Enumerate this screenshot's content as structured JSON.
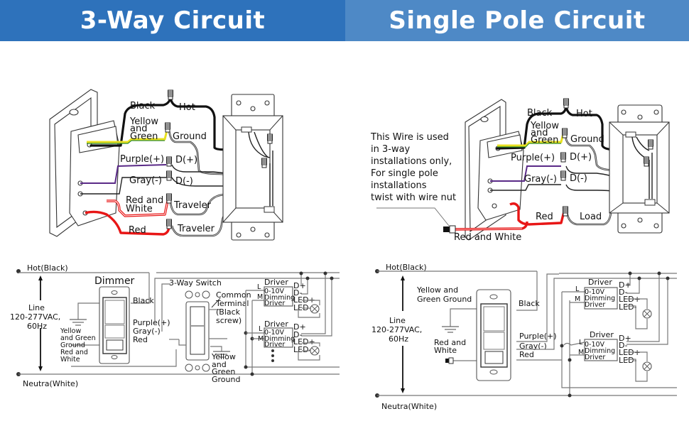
{
  "headers": {
    "left": "3-Way Circuit",
    "right": "Single Pole Circuit"
  },
  "colors": {
    "header_left": "#2e72bb",
    "header_right": "#4e89c6",
    "wire_black": "#111111",
    "wire_red": "#e81616",
    "wire_purple": "#5a2a87",
    "wire_yellow": "#e8e020",
    "wire_green": "#2e8b2e"
  },
  "three_way_wiring": {
    "black": "Black",
    "hot": "Hot",
    "yellow_green": [
      "Yellow",
      "and",
      "Green"
    ],
    "ground": "Ground",
    "purple": "Purple(+)",
    "d_plus": "D(+)",
    "gray": "Gray(-)",
    "d_minus": "D(-)",
    "red_white": [
      "Red and",
      "White"
    ],
    "traveler_1": "Traveler",
    "red": "Red",
    "traveler_2": "Traveler"
  },
  "single_pole_wiring": {
    "note": [
      "This Wire is used",
      "in 3-way",
      "installations only,",
      "For single pole",
      "installations",
      "twist with wire nut"
    ],
    "black": "Black",
    "hot": "Hot",
    "yellow_green": [
      "Yellow",
      "and",
      "Green"
    ],
    "ground": "Ground",
    "purple": "Purple(+)",
    "d_plus": "D(+)",
    "gray": "Gray(-)",
    "d_minus": "D(-)",
    "red": "Red",
    "load": "Load",
    "red_white": "Red and White"
  },
  "three_way_schematic": {
    "hot": "Hot(Black)",
    "neutral": "Neutra(White)",
    "line": [
      "Line",
      "120-277VAC,",
      "60Hz"
    ],
    "dimmer_title": "Dimmer",
    "dimmer_black": "Black",
    "dimmer_purple": "Purple(+)",
    "dimmer_gray": "Gray(-)",
    "dimmer_red": "Red",
    "ground_label": [
      "Yellow",
      "and Green",
      "Ground",
      "Red and",
      "White"
    ],
    "switch_title": "3-Way Switch",
    "common_terminal": [
      "Common",
      "Terminal",
      "(Black",
      "screw)"
    ],
    "switch_ground": [
      "Yellow",
      "and",
      "Green",
      "Ground"
    ],
    "drivers": [
      {
        "title": "Driver",
        "body": [
          "0-10V",
          "Dimming",
          "Driver"
        ],
        "l": "L",
        "m": "M",
        "pins": [
          "D+",
          "D-",
          "LED+",
          "LED-"
        ]
      },
      {
        "title": "Driver",
        "body": [
          "0-10V",
          "Dimming",
          "Driver"
        ],
        "l": "L",
        "m": "M",
        "pins": [
          "D+",
          "D-",
          "LED+",
          "LED-"
        ]
      }
    ]
  },
  "single_pole_schematic": {
    "hot": "Hot(Black)",
    "neutral": "Neutra(White)",
    "line": [
      "Line",
      "120-277VAC,",
      "60Hz"
    ],
    "ground_label": [
      "Yellow and",
      "Green Ground"
    ],
    "red_white": [
      "Red and",
      "White"
    ],
    "dimmer_black": "Black",
    "dimmer_purple": "Purple(+)",
    "dimmer_gray": "Gray(-)",
    "dimmer_red": "Red",
    "drivers": [
      {
        "title": "Driver",
        "body": [
          "0-10V",
          "Dimming",
          "Driver"
        ],
        "l": "L",
        "m": "M",
        "pins": [
          "D+",
          "D-",
          "LED+",
          "LED-"
        ]
      },
      {
        "title": "Driver",
        "body": [
          "0-10V",
          "Dimming",
          "Driver"
        ],
        "l": "L",
        "m": "M",
        "pins": [
          "D+",
          "D-",
          "LED+",
          "LED-"
        ]
      }
    ]
  }
}
